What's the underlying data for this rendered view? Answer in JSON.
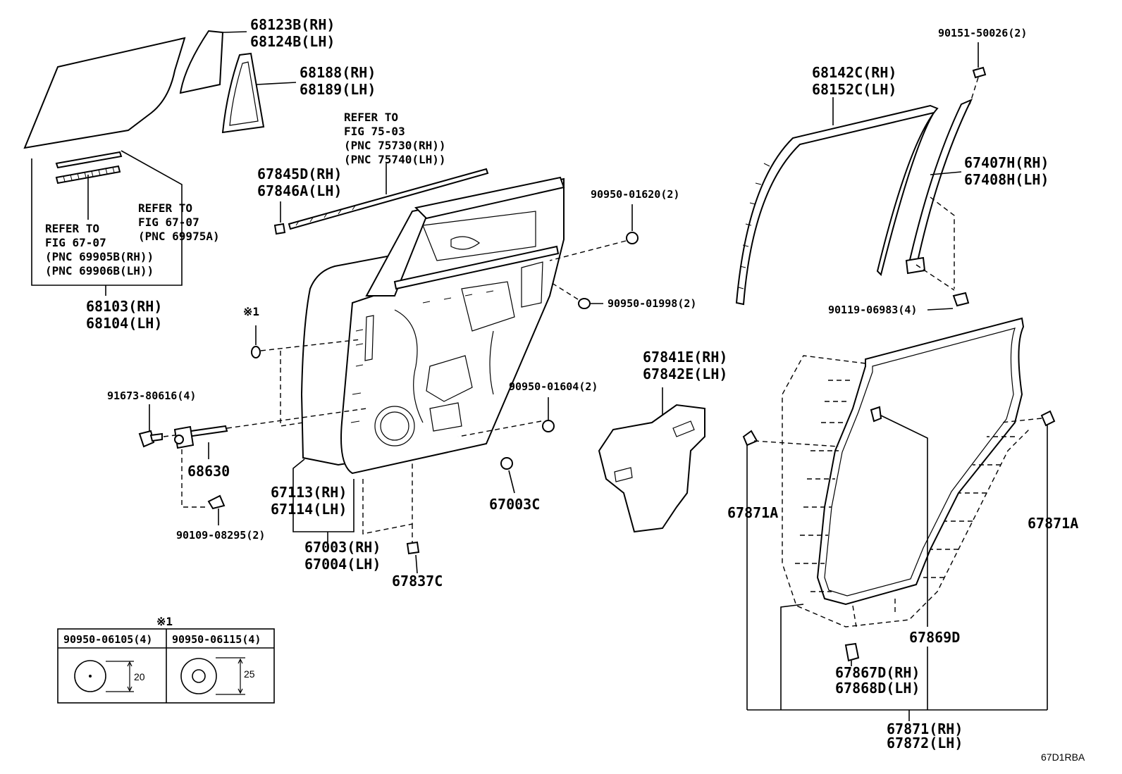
{
  "labels": {
    "p68123b": "68123B(RH)",
    "p68124b": "68124B(LH)",
    "p68188": "68188(RH)",
    "p68189": "68189(LH)",
    "ref7503_1": "REFER TO",
    "ref7503_2": "FIG 75-03",
    "ref7503_3": "(PNC 75730(RH))",
    "ref7503_4": "(PNC 75740(LH))",
    "p67845d": "67845D(RH)",
    "p67846a": "67846A(LH)",
    "ref6707a_1": "REFER TO",
    "ref6707a_2": "FIG 67-07",
    "ref6707a_3": "(PNC 69975A)",
    "ref6707b_1": "REFER TO",
    "ref6707b_2": "FIG 67-07",
    "ref6707b_3": "(PNC 69905B(RH))",
    "ref6707b_4": "(PNC 69906B(LH))",
    "p68103": "68103(RH)",
    "p68104": "68104(LH)",
    "note1": "※1",
    "p91673": "91673-80616(4)",
    "p68630": "68630",
    "p90109": "90109-08295(2)",
    "p67113": "67113(RH)",
    "p67114": "67114(LH)",
    "p67003": "67003(RH)",
    "p67004": "67004(LH)",
    "p67837c": "67837C",
    "p67003c": "67003C",
    "p9095001604": "90950-01604(2)",
    "p9095001620": "90950-01620(2)",
    "p9095001998": "90950-01998(2)",
    "p67841e": "67841E(RH)",
    "p67842e": "67842E(LH)",
    "p68142c": "68142C(RH)",
    "p68152c": "68152C(LH)",
    "p90151": "90151-50026(2)",
    "p67407h": "67407H(RH)",
    "p67408h": "67408H(LH)",
    "p90119": "90119-06983(4)",
    "p67871a_left": "67871A",
    "p67871a_right": "67871A",
    "p67869d": "67869D",
    "p67867d": "67867D(RH)",
    "p67868d": "67868D(LH)",
    "p67871": "67871(RH)",
    "p67872": "67872(LH)",
    "code": "67D1RBA"
  },
  "table": {
    "note": "※1",
    "col1_part": "90950-06105(4)",
    "col2_part": "90950-06115(4)",
    "col1_dim": "20",
    "col2_dim": "25"
  }
}
